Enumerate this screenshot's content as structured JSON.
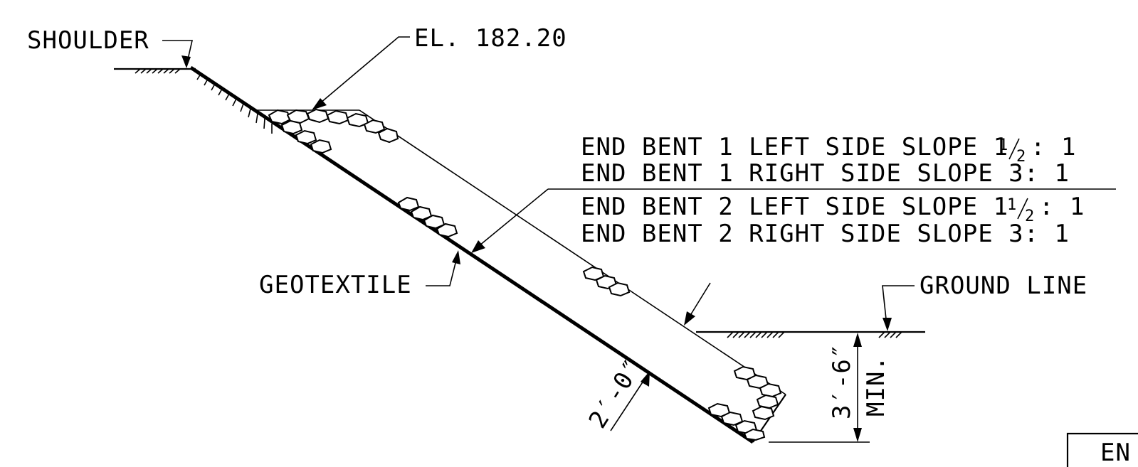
{
  "labels": {
    "shoulder": "SHOULDER",
    "elevation": "EL. 182.20",
    "geotextile": "GEOTEXTILE",
    "ground_line": "GROUND LINE",
    "thickness_dim": "2′-0″",
    "depth_dim": "3′-6″",
    "depth_min": "MIN.",
    "title_block_fragment": "EN"
  },
  "slope_notes": [
    {
      "text": "END BENT 1 LEFT SIDE SLOPE 1",
      "fraction": "1/2",
      "ratio": ": 1"
    },
    {
      "text": "END BENT 1 RIGHT SIDE SLOPE 3: 1"
    },
    {
      "text": "END BENT 2 LEFT SIDE SLOPE 1",
      "fraction": "1/2",
      "ratio": ": 1"
    },
    {
      "text": "END BENT 2 RIGHT SIDE SLOPE 3: 1"
    }
  ]
}
